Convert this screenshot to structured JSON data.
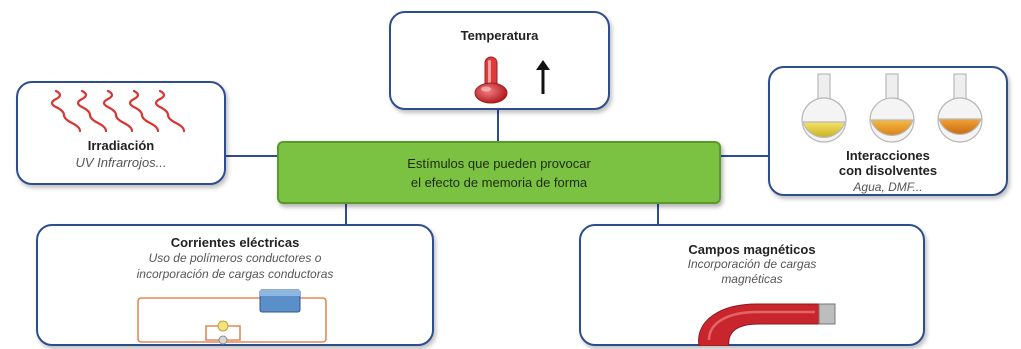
{
  "center": {
    "line1": "Estímulos que pueden provocar",
    "line2": "el efecto de memoria de forma"
  },
  "nodes": {
    "temperature": {
      "title": "Temperatura"
    },
    "irradiation": {
      "title": "Irradiación",
      "subtitle": "UV Infrarrojos..."
    },
    "solvents": {
      "title_line1": "Interacciones",
      "title_line2": "con disolventes",
      "subtitle": "Agua, DMF..."
    },
    "electric": {
      "title": "Corrientes eléctricas",
      "subtitle_line1": "Uso de polímeros conductores o",
      "subtitle_line2": "incorporación de cargas conductoras"
    },
    "magnetic": {
      "title": "Campos magnéticos",
      "subtitle_line1": "Incorporación de cargas",
      "subtitle_line2": "magnéticas"
    }
  },
  "colors": {
    "center_fill": "#7cc242",
    "border": "#2e4d8f",
    "thermometer": "#d6262b",
    "wave": "#d9342f",
    "magnet": "#c8262c"
  },
  "icons": {
    "temperature": "thermometer-icon",
    "temperature_trend": "arrow-up-icon",
    "irradiation": "wavy-lines-icon",
    "solvents": "flasks-icon",
    "electric": "circuit-icon",
    "magnetic": "horseshoe-magnet-icon"
  }
}
